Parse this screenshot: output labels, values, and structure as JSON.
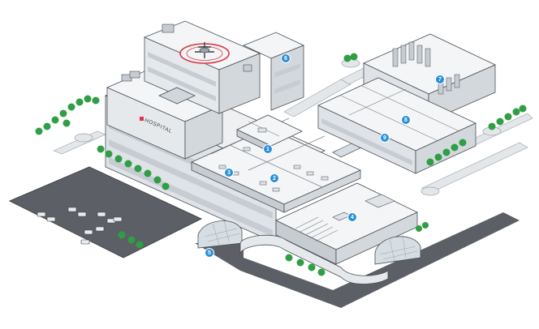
{
  "sign": {
    "text": "HOSPITAL",
    "cross_color": "#e0304a"
  },
  "colors": {
    "accent": "#2b8fd6",
    "tree": "#2f9e44",
    "outline": "#4a4f55",
    "roof": "#eef0f2",
    "wall": "#dfe3e7",
    "road": "#5c6066",
    "helipad": "#d9394c"
  },
  "markers": [
    {
      "label": "1"
    },
    {
      "label": "2"
    },
    {
      "label": "3"
    },
    {
      "label": "4"
    },
    {
      "label": "5"
    },
    {
      "label": "6"
    },
    {
      "label": "7"
    },
    {
      "label": "8"
    },
    {
      "label": "9"
    }
  ]
}
